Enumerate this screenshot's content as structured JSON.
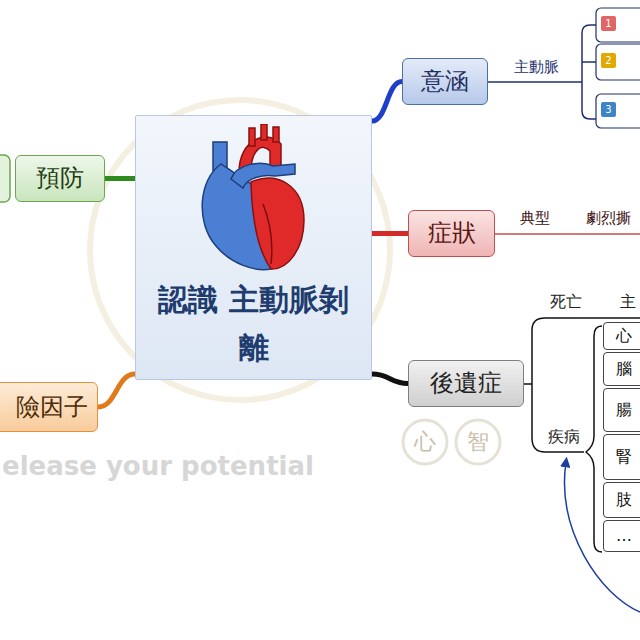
{
  "diagram": {
    "nodes": [
      {
        "text": [
          "認識 主動脈剝離"
        ]
      },
      {
        "text": [
          "意涵"
        ]
      },
      {
        "text": [
          "症狀"
        ]
      },
      {
        "text": [
          "後遺症"
        ]
      },
      {
        "text": [
          "預防"
        ]
      },
      {
        "text": [
          "險因子"
        ]
      },
      {
        "text": [
          "心"
        ]
      },
      {
        "text": [
          "腦"
        ]
      },
      {
        "text": [
          "腸"
        ]
      },
      {
        "text": [
          "腎"
        ]
      },
      {
        "text": [
          "肢"
        ]
      },
      {
        "text": [
          "…"
        ]
      }
    ],
    "edges": [
      {
        "from": 0,
        "to": 1,
        "arrow": "none"
      },
      {
        "from": 0,
        "to": 2,
        "arrow": "none"
      },
      {
        "from": 0,
        "to": 3,
        "arrow": "none"
      },
      {
        "from": 0,
        "to": 4,
        "arrow": "none"
      },
      {
        "from": 0,
        "to": 5,
        "arrow": "none"
      }
    ],
    "labels": [
      "主動脈",
      "1",
      "2",
      "3",
      "典型",
      "劇烈撕",
      "死亡",
      "主",
      "疾病",
      "elease your potential",
      "心",
      "智"
    ]
  }
}
